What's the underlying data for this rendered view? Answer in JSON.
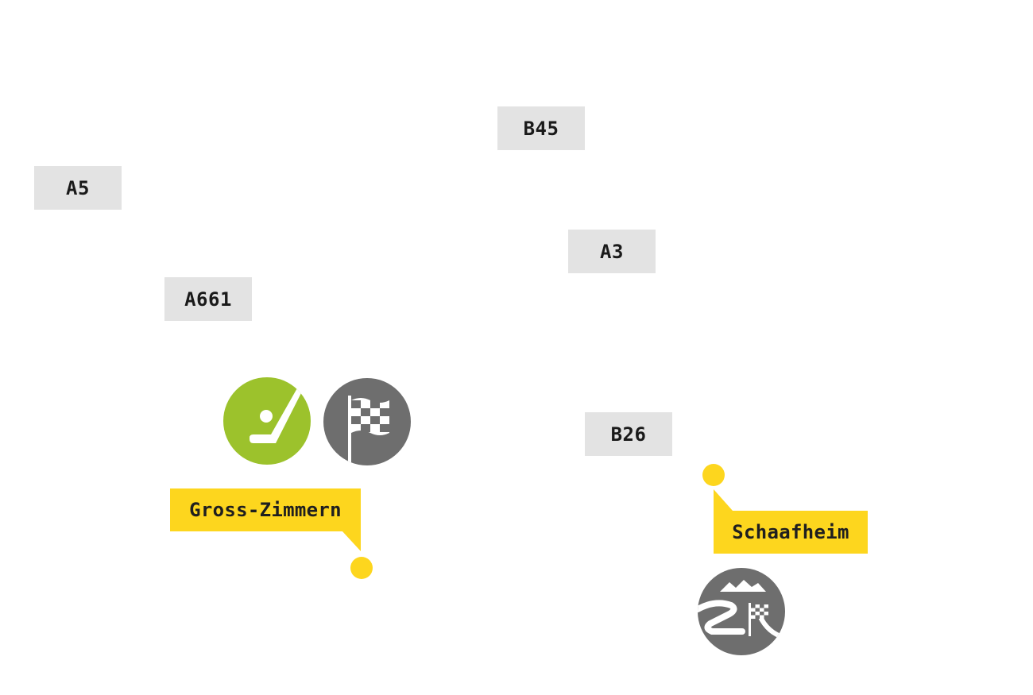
{
  "roads": {
    "b45": "B45",
    "a5": "A5",
    "a3": "A3",
    "a661": "A661",
    "b26": "B26"
  },
  "places": {
    "gross_zimmern": "Gross-Zimmern",
    "schaafheim": "Schaafheim"
  },
  "icons": {
    "golf": "golf-icon",
    "racing_flag": "checkered-flag-icon",
    "race_track": "race-track-icon"
  },
  "colors": {
    "road_label_bg": "#e3e3e3",
    "place_label_bg": "#fdd61e",
    "golf_poi": "#9cc22c",
    "poi_grey": "#6e6e6e"
  }
}
